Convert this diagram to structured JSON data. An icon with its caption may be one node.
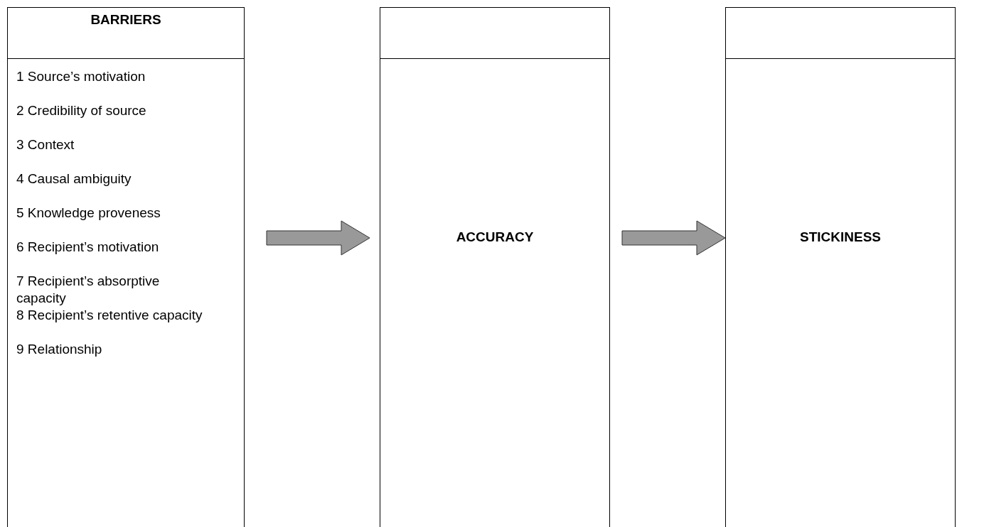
{
  "diagram": {
    "nodes": [
      {
        "text": [
          "BARRIERS"
        ]
      },
      {
        "text": [
          "1 Source’s motivation",
          "2 Credibility of source",
          "3 Context",
          "4 Causal ambiguity",
          "5 Knowledge proveness",
          "6 Recipient’s motivation",
          "7 Recipient’s absorptive capacity",
          "8 Recipient’s retentive capacity",
          "9 Relationship"
        ]
      },
      {
        "text": [],
        "shape": "box"
      },
      {
        "text": [
          "ACCURACY"
        ]
      },
      {
        "text": [],
        "shape": "box"
      },
      {
        "text": [
          "STICKINESS"
        ]
      }
    ],
    "edges": [
      {
        "from": 1,
        "to": 3,
        "arrow": "to",
        "style": "thick"
      },
      {
        "from": 3,
        "to": 5,
        "arrow": "to",
        "style": "thick"
      }
    ]
  }
}
